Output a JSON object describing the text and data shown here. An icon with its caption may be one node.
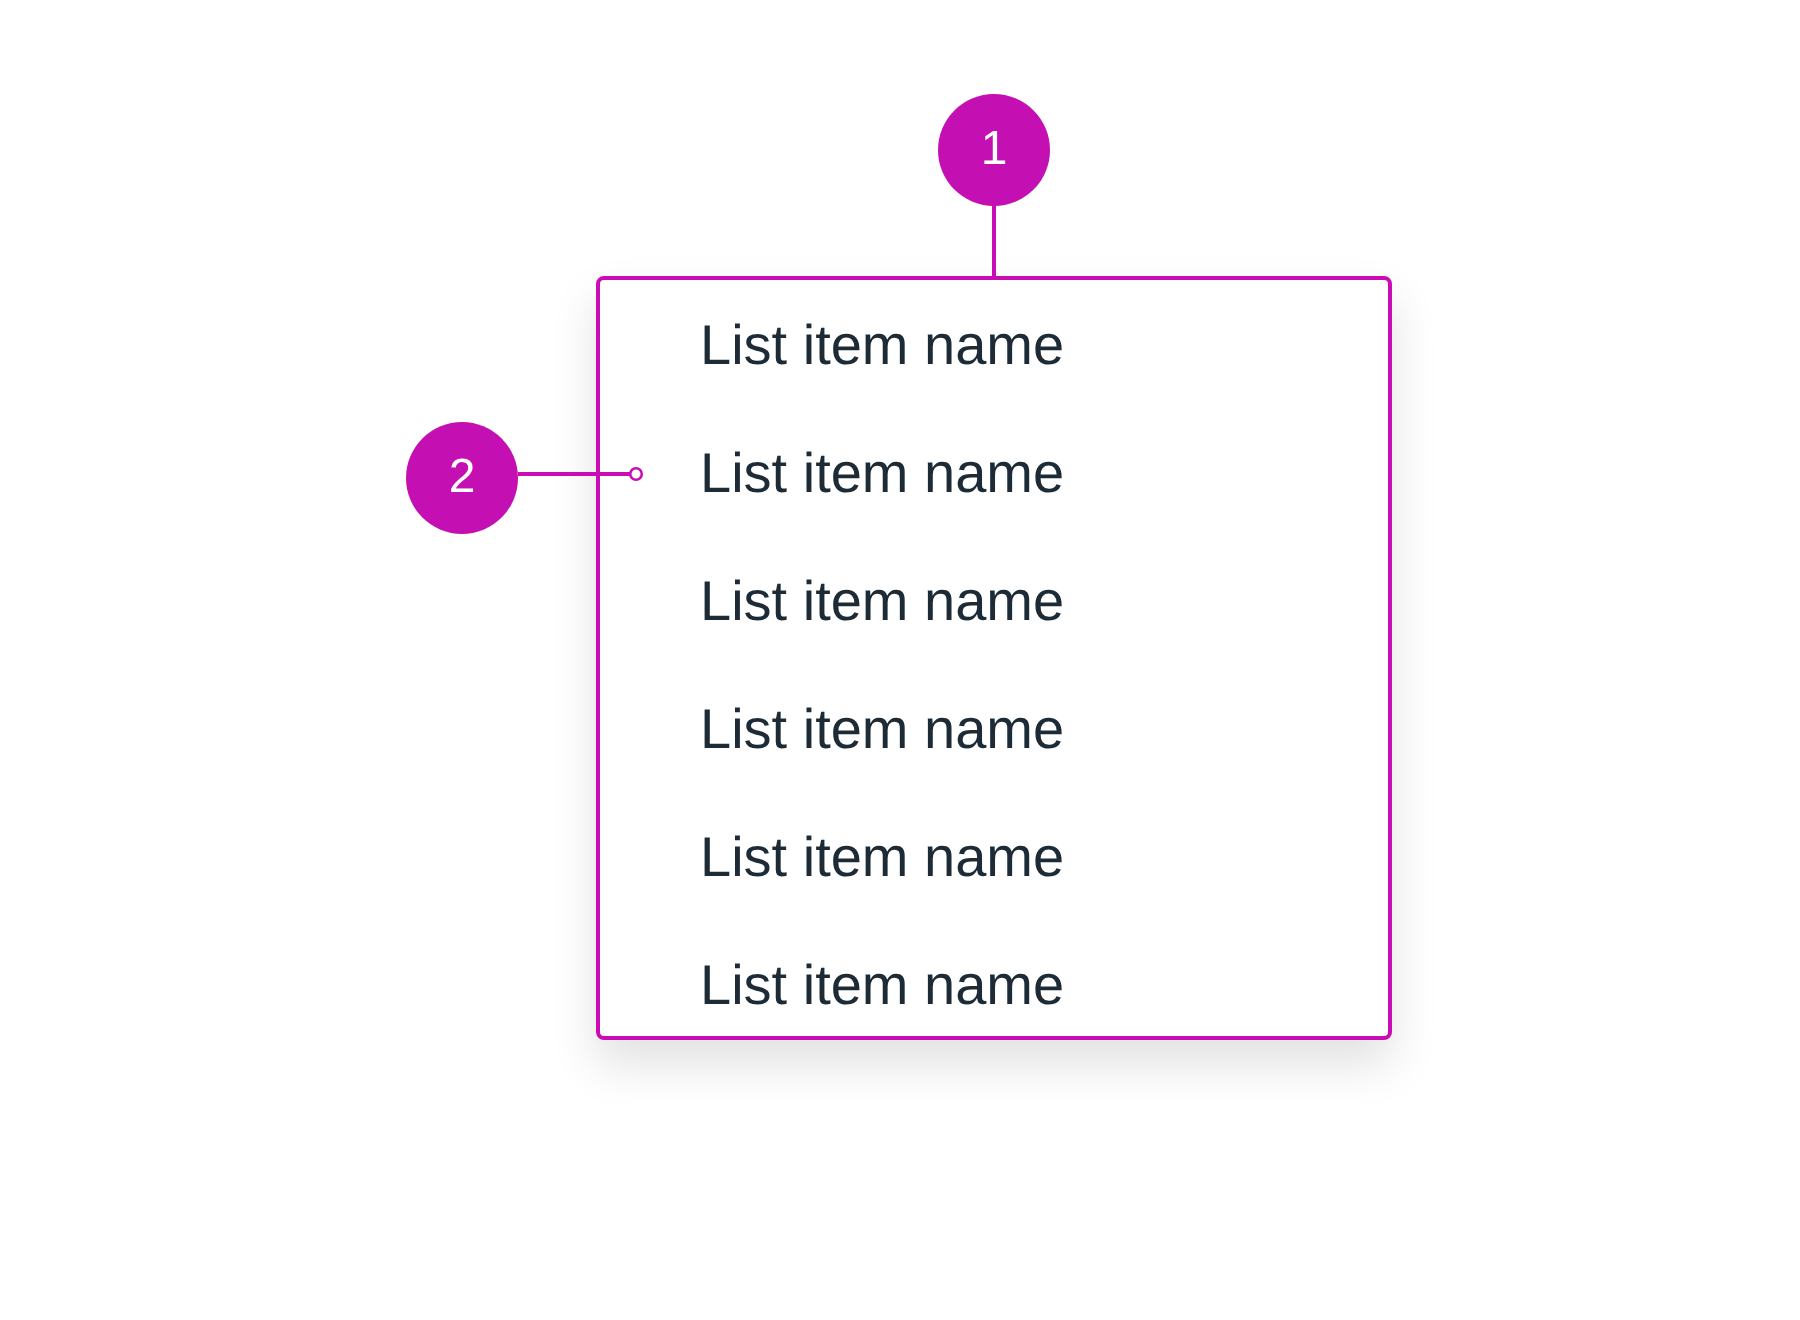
{
  "diagram": {
    "nodes": [
      {
        "text": [
          "1"
        ]
      },
      {
        "text": [],
        "shape": "box"
      },
      {
        "text": [
          "List item name"
        ],
        "in": 1
      },
      {
        "text": [
          "List item name"
        ],
        "in": 1
      },
      {
        "text": [
          "List item name"
        ],
        "in": 1
      },
      {
        "text": [
          "List item name"
        ],
        "in": 1
      },
      {
        "text": [
          "List item name"
        ],
        "in": 1
      },
      {
        "text": [
          "List item name"
        ],
        "in": 1
      },
      {
        "text": [
          "2"
        ]
      }
    ],
    "edges": [
      {
        "from": 0,
        "to": 1,
        "arrow": "none"
      },
      {
        "from": 8,
        "to": 3,
        "arrow": "other"
      }
    ]
  }
}
